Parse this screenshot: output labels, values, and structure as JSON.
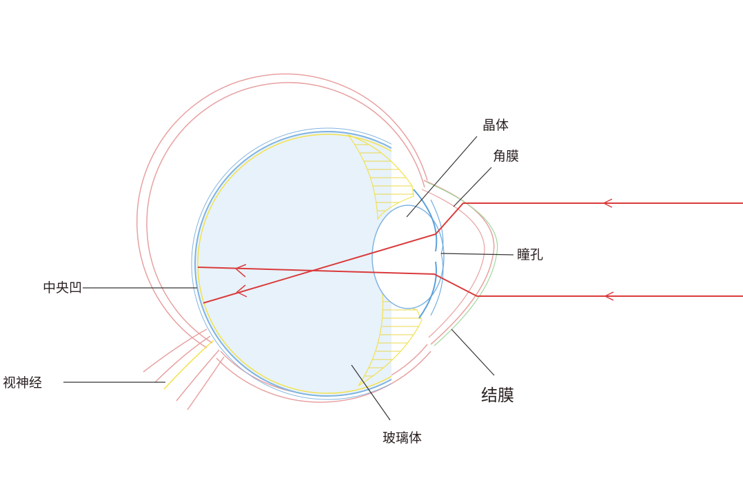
{
  "title": "眼球结构示意图",
  "labels": {
    "lens": "晶体",
    "cornea": "角膜",
    "pupil": "瞳孔",
    "fovea": "中央凹",
    "optic_nerve": "视神经",
    "conjunctiva": "结膜",
    "vitreous": "玻璃体"
  },
  "colors": {
    "sclera": "#e8a0a0",
    "retina": "#7fb3e0",
    "choroid": "#f2e24a",
    "vitreous_fill": "#e8f2fb",
    "light_ray": "#d93a3a",
    "leader": "#333333",
    "conjunctiva_edge": "#9fd89a"
  }
}
